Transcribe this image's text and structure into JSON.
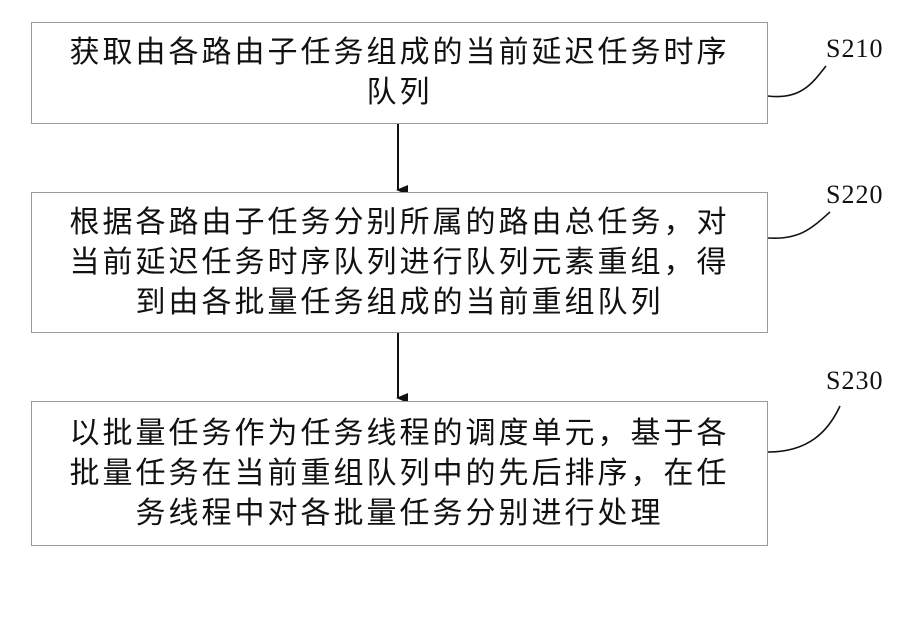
{
  "steps": [
    {
      "id": "S210",
      "text": "获取由各路由子任务组成的当前延迟任务时序\n队列"
    },
    {
      "id": "S220",
      "text": "根据各路由子任务分别所属的路由总任务，对\n当前延迟任务时序队列进行队列元素重组，得\n到由各批量任务组成的当前重组队列"
    },
    {
      "id": "S230",
      "text": "以批量任务作为任务线程的调度单元，基于各\n批量任务在当前重组队列中的先后排序，在任\n务线程中对各批量任务分别进行处理"
    }
  ]
}
